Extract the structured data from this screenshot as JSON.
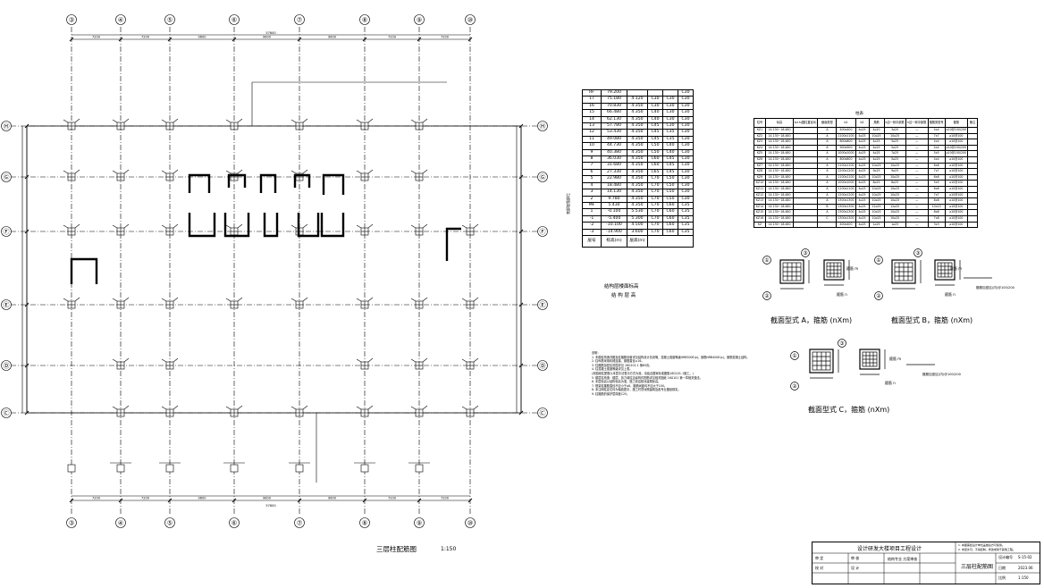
{
  "plan": {
    "grid_x_labels": [
      "③",
      "④",
      "⑤",
      "⑥",
      "⑦",
      "⑧",
      "⑨",
      "⑩"
    ],
    "grid_y_labels": [
      "Ⓗ",
      "Ⓖ",
      "Ⓕ",
      "Ⓔ",
      "Ⓓ",
      "Ⓒ"
    ],
    "dims_top": [
      "7200",
      "7200",
      "9600",
      "9600",
      "9600",
      "7200",
      "7200"
    ],
    "dims_bottom": [
      "7200",
      "7200",
      "9600",
      "9600",
      "9600",
      "7200",
      "7200"
    ],
    "total_dim": "57600",
    "title": "三层柱配筋图",
    "scale": "1:150"
  },
  "storey_table": {
    "rows": [
      [
        "RF",
        "79.200",
        "",
        "",
        "",
        "C30"
      ],
      [
        "17",
        "75.180",
        "4.120",
        "C30",
        "C30",
        "C30"
      ],
      [
        "16",
        "70.830",
        "4.350",
        "C30",
        "C30",
        "C30"
      ],
      [
        "15",
        "66.480",
        "4.350",
        "C40",
        "C30",
        "C30"
      ],
      [
        "14",
        "62.130",
        "4.350",
        "C40",
        "C30",
        "C30"
      ],
      [
        "13",
        "57.780",
        "4.350",
        "C45",
        "C30",
        "C30"
      ],
      [
        "12",
        "53.430",
        "4.350",
        "C45",
        "C35",
        "C30"
      ],
      [
        "11",
        "49.080",
        "4.350",
        "C45",
        "C35",
        "C30"
      ],
      [
        "10",
        "44.730",
        "4.350",
        "C50",
        "C40",
        "C30"
      ],
      [
        "9",
        "40.380",
        "4.350",
        "C50",
        "C40",
        "C30"
      ],
      [
        "8",
        "36.030",
        "4.350",
        "C60",
        "C45",
        "C30"
      ],
      [
        "7",
        "31.680",
        "4.350",
        "C60",
        "C45",
        "C30"
      ],
      [
        "6",
        "27.330",
        "4.350",
        "C65",
        "C45",
        "C30"
      ],
      [
        "5",
        "22.980",
        "4.350",
        "C70",
        "C50",
        "C30"
      ],
      [
        "4",
        "18.480",
        "4.350",
        "C70",
        "C50",
        "C30"
      ],
      [
        "3",
        "14.130",
        "4.350",
        "C70",
        "C50",
        "C30"
      ],
      [
        "2",
        "9.780",
        "4.350",
        "C70",
        "C50",
        "C30"
      ],
      [
        "MF",
        "5.430",
        "4.350",
        "C70",
        "C60",
        "C35"
      ],
      [
        "1",
        "-0.100",
        "5.530",
        "C70",
        "C60",
        "C35"
      ],
      [
        "-1",
        "-5.400",
        "5.300",
        "C70",
        "C60",
        "C35"
      ],
      [
        "-2",
        "-10.100",
        "4.500",
        "C70",
        "C60",
        "C35"
      ],
      [
        "-3",
        "-14.900",
        "3.600",
        "C70",
        "C60",
        "C35"
      ]
    ],
    "footer": [
      "层号",
      "标高(m)",
      "层高(m)"
    ],
    "title": "结构层楼面标高",
    "subtitle": "结 构 层 高",
    "side_label": "底部加强部位"
  },
  "column_table": {
    "title": "柱表",
    "header": [
      "柱号",
      "标高",
      "b×h(圆柱直径D)",
      "截面类型",
      "b1",
      "b2",
      "角筋",
      "b边一侧中部筋",
      "h边一侧中部筋",
      "箍筋类型号",
      "箍筋",
      "备注"
    ],
    "rows": [
      [
        "KZ1",
        "14.130~18.480",
        "A",
        "400x400",
        "4⌀25",
        "4⌀20",
        "3⌀20",
        "—",
        "4x4",
        "⌀10@100/200"
      ],
      [
        "KZ2",
        "14.130~18.480",
        "A",
        "1100x1100",
        "4⌀25",
        "10⌀25",
        "10⌀25",
        "—",
        "7x7",
        "⌀10@100"
      ],
      [
        "KZ3",
        "14.130~18.480",
        "A",
        "800x800",
        "4⌀25",
        "4⌀25",
        "5⌀25",
        "—",
        "4x4",
        "⌀10@100"
      ],
      [
        "KZ4",
        "14.130~18.480",
        "A",
        "900x900",
        "4⌀25",
        "4⌀25",
        "5⌀25",
        "—",
        "4x4",
        "⌀10@100/200"
      ],
      [
        "KZ5",
        "14.130~18.480",
        "A",
        "1000x1000",
        "4⌀25",
        "4⌀25",
        "7⌀25",
        "—",
        "5x5",
        "⌀10@100/200"
      ],
      [
        "KZ6",
        "14.130~18.480",
        "A",
        "800x800",
        "4⌀25",
        "4⌀25",
        "5⌀25",
        "—",
        "4x4",
        "⌀10@100"
      ],
      [
        "KZ7",
        "14.130~18.480",
        "A",
        "1100x1100",
        "4⌀25",
        "10⌀25",
        "10⌀25",
        "—",
        "6x6",
        "⌀10@100"
      ],
      [
        "KZ8",
        "14.130~18.480",
        "A",
        "1200x1200",
        "4⌀25",
        "9⌀25",
        "9⌀25",
        "—",
        "7x7",
        "⌀10@100"
      ],
      [
        "KZ9",
        "14.130~18.480",
        "A",
        "1100x1100",
        "4⌀25",
        "10⌀25",
        "10⌀25",
        "—",
        "6x6",
        "⌀10@100"
      ],
      [
        "KZ10",
        "14.130~18.480",
        "A",
        "1000x1000",
        "4⌀25",
        "8⌀25",
        "8⌀25",
        "—",
        "5x5",
        "⌀10@100"
      ],
      [
        "KZ11",
        "14.130~18.480",
        "A",
        "1100x1100",
        "4⌀25",
        "10⌀25",
        "10⌀25",
        "—",
        "6x6",
        "⌀10@100"
      ],
      [
        "KZ12",
        "14.130~18.480",
        "A",
        "1200x1200",
        "4⌀25",
        "10⌀25",
        "10⌀25",
        "—",
        "7x7",
        "⌀10@100"
      ],
      [
        "KZ13",
        "14.130~18.480",
        "A",
        "1300x1300",
        "4⌀25",
        "10⌀25",
        "10⌀25",
        "—",
        "8x8",
        "⌀10@100"
      ],
      [
        "KZ14",
        "14.130~18.480",
        "B",
        "1300x1300",
        "4⌀25",
        "12⌀25",
        "12⌀25",
        "—",
        "10x10",
        "⌀10@100"
      ],
      [
        "KZ15",
        "14.130~18.480",
        "A",
        "1300x1300",
        "4⌀25",
        "10⌀25",
        "10⌀25",
        "—",
        "8x8",
        "⌀10@100"
      ],
      [
        "KZ16",
        "14.130~18.480",
        "C",
        "1300x1300",
        "4⌀25",
        "10⌀25",
        "10⌀25",
        "—",
        "7x8",
        "⌀10@100"
      ],
      [
        "KZ",
        "14.130~18.480",
        "",
        "400x400",
        "4⌀25",
        "1⌀25",
        "1⌀25",
        "—",
        "3x3",
        "⌀10@100"
      ]
    ]
  },
  "notes": [
    "说明：",
    "1. 本图柱构造详图及柱箍筋设置详见结构设计总说明，混凝土强度等级HRB500E(⌀)，钢筋HRB400E(⌀)，钢筋混凝土结构。",
    "2. 柱纵筋采用机械连接，钢筋直径≥16。",
    "3. 柱箍筋加密区范围详见 16G101-1 第65页。",
    "4. 柱混凝土强度等级详见上表。",
    "   (本图纸柱配筋以本层平法表示方式为准，请结合国家标准图集16G101-1施工。)",
    "5. 楼层柱构造：楼层、剪力墙柱边缘构件配筋详见相关图纸 16G101 第一章相关做法。",
    "6. 本层标高以结构标高为准，施工前应核对建筑标高。",
    "7. 框架柱箍筋直径不应小于⌀8，箍筋间距均不应大于100。",
    "8. 未注明柱定位均为轴线居中，施工时须对照建筑及各专业图纸核实。",
    "9. 柱箍筋的保护层厚度C25。"
  ],
  "sections": {
    "a": "截面型式 A，箍筋 (nXm)",
    "b": "截面型式 B，箍筋 (nXm)",
    "c": "截面型式 C，箍筋 (nXm)",
    "tags": [
      "①",
      "②",
      "③"
    ],
    "b_note": "箍筋 n",
    "h_note": "箍筋 m",
    "anchor_note": "箍筋加密区(内)@100/200"
  },
  "title_block": {
    "project": "设计研发大楼项目工程设计",
    "drawing": "三层柱配筋图",
    "design_no": "设计编号",
    "drawing_no": "S-15-02",
    "date_label": "日期",
    "date": "2023.06",
    "scale_label": "比例",
    "scale": "1:150",
    "chars": [
      "审 定",
      "审 核",
      "校 对",
      "设 计"
    ],
    "stamp": "结构专业 方案审核",
    "remark1": "1. 本图需经设计单位盖章后方可使用。",
    "remark2": "2. 未经许可，不得复制、修改或用于其他工程。"
  }
}
